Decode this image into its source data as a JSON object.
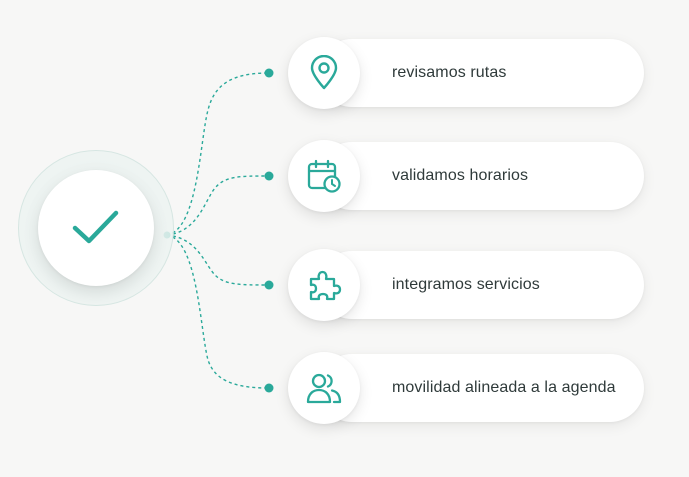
{
  "colors": {
    "accent": "#2aa99a",
    "text": "#2f3a3a",
    "background": "#f7f7f6"
  },
  "hub": {
    "icon": "check-icon"
  },
  "steps": [
    {
      "label": "revisamos rutas",
      "icon": "location-pin-icon"
    },
    {
      "label": "validamos horarios",
      "icon": "calendar-clock-icon"
    },
    {
      "label": "integramos servicios",
      "icon": "puzzle-piece-icon"
    },
    {
      "label": "movilidad alineada a la agenda",
      "icon": "users-icon"
    }
  ]
}
